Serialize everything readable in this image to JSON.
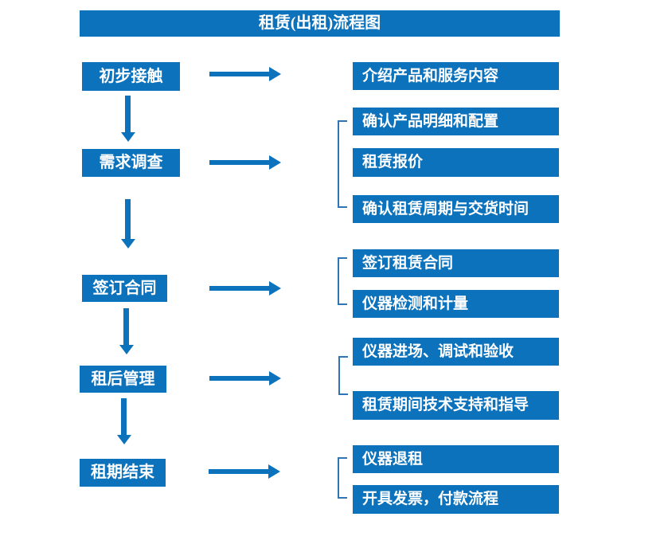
{
  "title": "租赁(出租)流程图",
  "colors": {
    "primary_blue": "#0d72bc",
    "bracket_blue": "#2e75b6",
    "text_white": "#ffffff",
    "background": "#ffffff"
  },
  "rows": [
    {
      "step": "初步接触",
      "details": [
        "介绍产品和服务内容"
      ]
    },
    {
      "step": "需求调查",
      "details": [
        "确认产品明细和配置",
        "租赁报价",
        "确认租赁周期与交货时间"
      ]
    },
    {
      "step": "签订合同",
      "details": [
        "签订租赁合同",
        "仪器检测和计量"
      ]
    },
    {
      "step": "租后管理",
      "details": [
        "仪器进场、调试和验收",
        "租赁期间技术支持和指导"
      ]
    },
    {
      "step": "租期结束",
      "details": [
        "仪器退租",
        "开具发票，付款流程"
      ]
    }
  ]
}
